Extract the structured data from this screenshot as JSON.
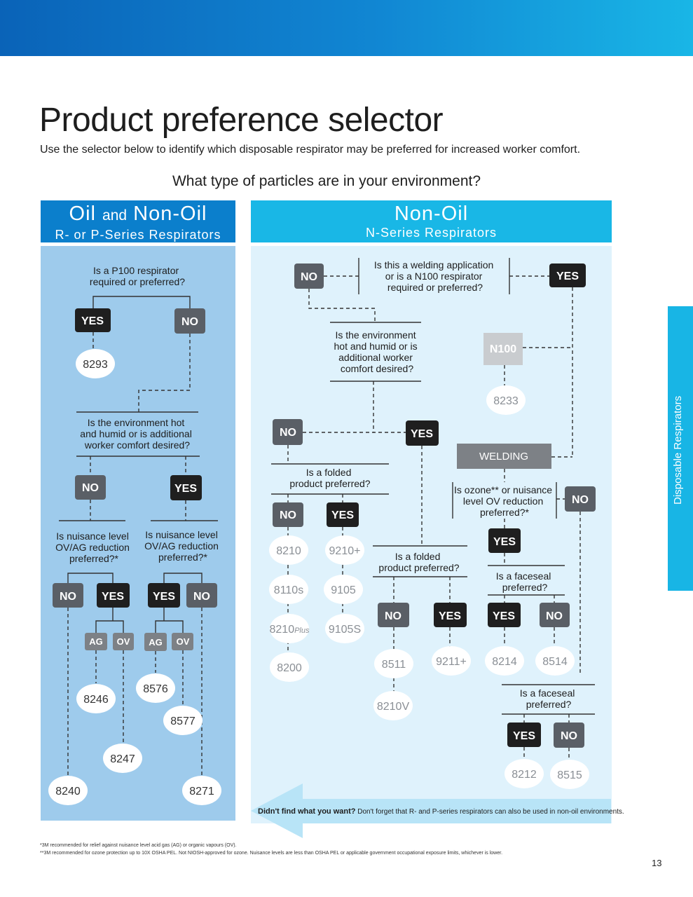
{
  "header": {
    "title": "Product preference selector",
    "subtitle": "Use the selector below to identify which disposable respirator may be preferred for increased worker comfort.",
    "main_question": "What type of particles are in your environment?"
  },
  "left_panel": {
    "title_a": "Oil ",
    "title_and": "and",
    "title_b": " Non-Oil",
    "subtitle": "R- or P-Series Respirators",
    "q1": [
      "Is a P100 respirator",
      "required or preferred?"
    ],
    "q2": [
      "Is the environment hot",
      "and humid or is additional",
      "worker comfort desired?"
    ],
    "q3": [
      "Is nuisance level",
      "OV/AG reduction",
      "preferred?*"
    ],
    "q4": [
      "Is nuisance level",
      "OV/AG reduction",
      "preferred?*"
    ],
    "yes": "YES",
    "no": "NO",
    "ag": "AG",
    "ov": "OV",
    "products": {
      "p8293": "8293",
      "p8246": "8246",
      "p8247": "8247",
      "p8240": "8240",
      "p8576": "8576",
      "p8577": "8577",
      "p8271": "8271"
    }
  },
  "right_panel": {
    "title": "Non-Oil",
    "subtitle": "N-Series Respirators",
    "q1": [
      "Is this a welding application",
      "or is a N100 respirator",
      "required or preferred?"
    ],
    "q2": [
      "Is the environment",
      "hot and humid or is",
      "additional worker",
      "comfort desired?"
    ],
    "q3": [
      "Is a folded",
      "product preferred?"
    ],
    "q4": [
      "Is a folded",
      "product preferred?"
    ],
    "q5": [
      "Is ozone** or nuisance",
      "level OV reduction",
      "preferred?*"
    ],
    "q6": [
      "Is a faceseal",
      "preferred?"
    ],
    "q7": [
      "Is a faceseal",
      "preferred?"
    ],
    "yes": "YES",
    "no": "NO",
    "n100": "N100",
    "welding": "WELDING",
    "products": {
      "p8233": "8233",
      "p8210": "8210",
      "p8110s": "8110s",
      "p8210plus_a": "8210",
      "p8210plus_b": "Plus",
      "p8200": "8200",
      "p9210plus": "9210+",
      "p9105": "9105",
      "p9105s": "9105S",
      "p8511": "8511",
      "p8210v": "8210V",
      "p9211plus": "9211+",
      "p8214": "8214",
      "p8514": "8514",
      "p8212": "8212",
      "p8515": "8515"
    }
  },
  "arrow_note": {
    "bold": "Didn't find what you want?",
    "text": " Don't forget that R- and P-series respirators can also be used in non-oil environments."
  },
  "side_tab": "Disposable Respirators",
  "footnotes": [
    "*3M recommended for relief against nuisance level acid gas (AG) or organic vapours (OV).",
    "**3M recommended for ozone protection up to 10X OSHA PEL. Not NIOSH-approved for ozone. Nuisance levels are less than OSHA PEL or applicable government occupational exposure limits, whichever is lower."
  ],
  "page_number": "13",
  "colors": {
    "banner_blue": "#0a63b8",
    "left_header": "#0b7fcc",
    "left_body": "#9ecbec",
    "right_header": "#19b7e6",
    "right_body": "#dff2fc",
    "yes_box": "#1f1f1f",
    "no_box": "#5a5f66",
    "n100_box": "#c9cccf",
    "welding_box": "#7d8186"
  }
}
